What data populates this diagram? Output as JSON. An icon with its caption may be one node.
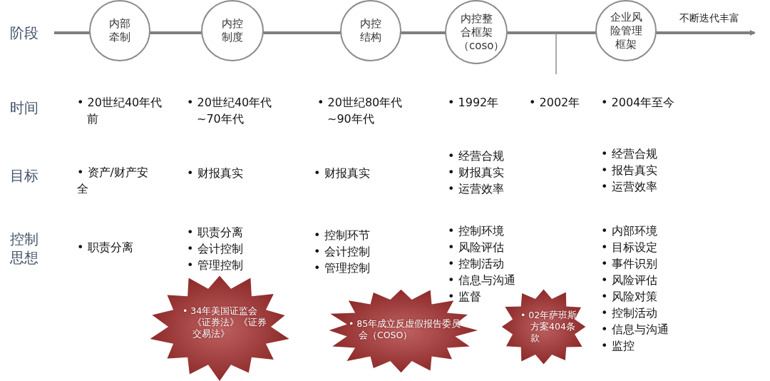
{
  "diagram": {
    "nodes": [
      {
        "text": [
          "内部牵制"
        ]
      },
      {
        "text": [
          "内控制度"
        ]
      },
      {
        "text": [
          "内控结构"
        ]
      },
      {
        "text": [
          "内控整合框架（coso）"
        ]
      },
      {
        "text": [
          "企业风险管理框架"
        ]
      },
      {
        "text": [
          "• 34年美国证监会《证券法》《证券交易法》"
        ]
      },
      {
        "text": [
          "• 85年成立反虚假报告委员会（COSO）"
        ]
      },
      {
        "text": [
          "• 02年萨班斯方案404条款"
        ]
      }
    ],
    "edges": [],
    "labels": [
      "阶段",
      "不断迭代丰富",
      "时间",
      "• 20世纪40年代前",
      "• 20世纪40年代~70年代",
      "• 20世纪80年代~90年代",
      "• 1992年",
      "• 2002年",
      "• 2004年至今",
      "目标",
      "• 资产/财产安全",
      "• 财报真实",
      "• 财报真实",
      "• 经营合规",
      "• 财报真实",
      "• 运营效率",
      "• 经营合规",
      "• 报告真实",
      "• 运营效率",
      "控制思想",
      "• 职责分离",
      "• 职责分离",
      "• 会计控制",
      "• 管理控制",
      "• 控制环节",
      "• 会计控制",
      "• 管理控制",
      "• 控制环境",
      "• 风险评估",
      "• 控制活动",
      "• 信息与沟通",
      "• 监督",
      "• 内部环境",
      "• 目标设定",
      "• 事件识别",
      "• 风险评估",
      "• 风险对策",
      "• 控制活动",
      "• 信息与沟通",
      "• 监控"
    ]
  }
}
